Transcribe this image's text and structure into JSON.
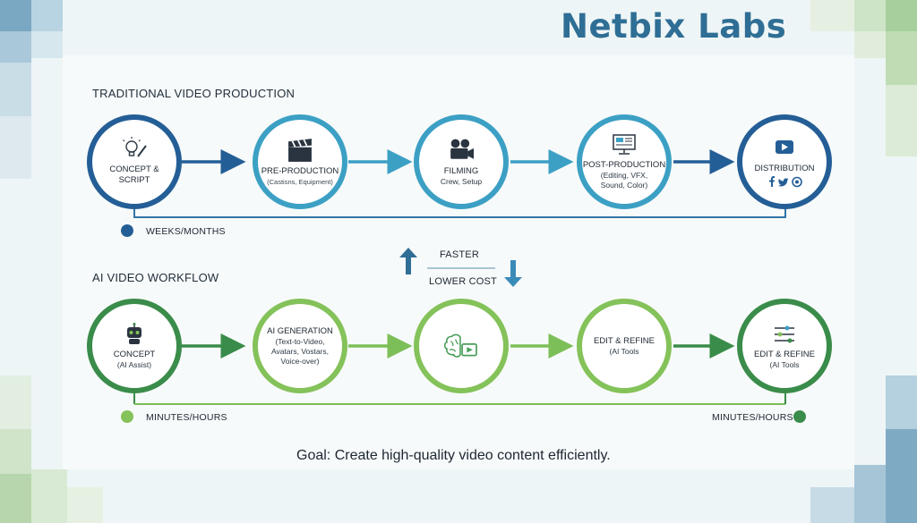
{
  "brand": "Netbix Labs",
  "traditional": {
    "title": "TRADITIONAL VIDEO PRODUCTION",
    "timing": "WEEKS/MONTHS",
    "steps": [
      {
        "title": "CONCEPT &",
        "title2": "SCRIPT",
        "sub": "",
        "icon": "lightbulb-pencil-icon"
      },
      {
        "title": "PRE-PRODUCTION",
        "title2": "",
        "sub": "(Castisns, Equipment)",
        "icon": "clapperboard-icon"
      },
      {
        "title": "FILMING",
        "title2": "",
        "sub": "Crew, Setup",
        "icon": "video-camera-icon"
      },
      {
        "title": "POST-PRODUCTION",
        "title2": "",
        "sub": "(Editing, VFX,",
        "sub2": "Sound, Color)",
        "icon": "monitor-icon"
      },
      {
        "title": "DISTRIBUTION",
        "title2": "",
        "sub": "",
        "icon": "play-button-icon"
      }
    ]
  },
  "middle": {
    "faster": "FASTER",
    "lower_cost": "LOWER COST"
  },
  "ai": {
    "title": "AI VIDEO WORKFLOW",
    "timing_left": "MINUTES/HOURS",
    "timing_right": "MINUTES/HOURS",
    "steps": [
      {
        "title": "CONCEPT",
        "sub": "(AI Assist)",
        "icon": "robot-icon"
      },
      {
        "title": "AI GENERATION",
        "sub": "(Text-to-Video,",
        "sub2": "Avatars, Vostars,",
        "sub3": "Voice-over)",
        "icon": ""
      },
      {
        "title": "",
        "sub": "",
        "icon": "brain-video-icon"
      },
      {
        "title": "EDIT & REFINE",
        "sub": "(AI Tools",
        "icon": ""
      },
      {
        "title": "EDIT & REFINE",
        "sub": "(AI Tools",
        "icon": "sliders-icon"
      }
    ]
  },
  "goal": "Goal: Create high-quality video content efficiently.",
  "colors": {
    "blue_dark": "#245e96",
    "blue_light": "#3ca0c4",
    "green_dark": "#3a8c4a",
    "green_light": "#84c25a",
    "brand": "#2f6e95"
  }
}
